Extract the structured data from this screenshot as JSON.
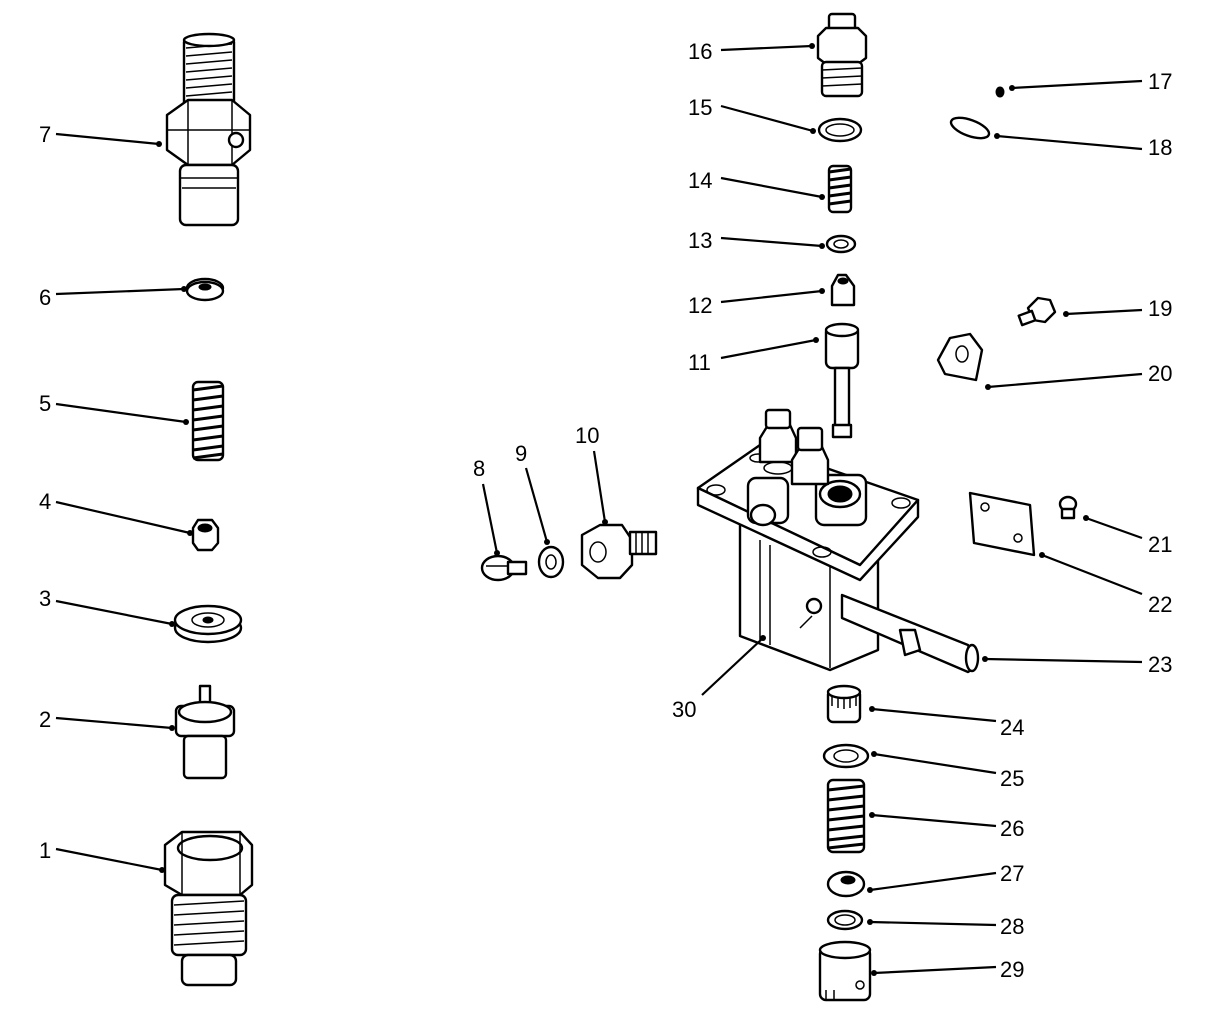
{
  "diagram": {
    "callouts": [
      {
        "id": "1",
        "text": "1"
      },
      {
        "id": "2",
        "text": "2"
      },
      {
        "id": "3",
        "text": "3"
      },
      {
        "id": "4",
        "text": "4"
      },
      {
        "id": "5",
        "text": "5"
      },
      {
        "id": "6",
        "text": "6"
      },
      {
        "id": "7",
        "text": "7"
      },
      {
        "id": "8",
        "text": "8"
      },
      {
        "id": "9",
        "text": "9"
      },
      {
        "id": "10",
        "text": "10"
      },
      {
        "id": "11",
        "text": "11"
      },
      {
        "id": "12",
        "text": "12"
      },
      {
        "id": "13",
        "text": "13"
      },
      {
        "id": "14",
        "text": "14"
      },
      {
        "id": "15",
        "text": "15"
      },
      {
        "id": "16",
        "text": "16"
      },
      {
        "id": "17",
        "text": "17"
      },
      {
        "id": "18",
        "text": "18"
      },
      {
        "id": "19",
        "text": "19"
      },
      {
        "id": "20",
        "text": "20"
      },
      {
        "id": "21",
        "text": "21"
      },
      {
        "id": "22",
        "text": "22"
      },
      {
        "id": "23",
        "text": "23"
      },
      {
        "id": "24",
        "text": "24"
      },
      {
        "id": "25",
        "text": "25"
      },
      {
        "id": "26",
        "text": "26"
      },
      {
        "id": "27",
        "text": "27"
      },
      {
        "id": "28",
        "text": "28"
      },
      {
        "id": "29",
        "text": "29"
      },
      {
        "id": "30",
        "text": "30"
      }
    ]
  }
}
